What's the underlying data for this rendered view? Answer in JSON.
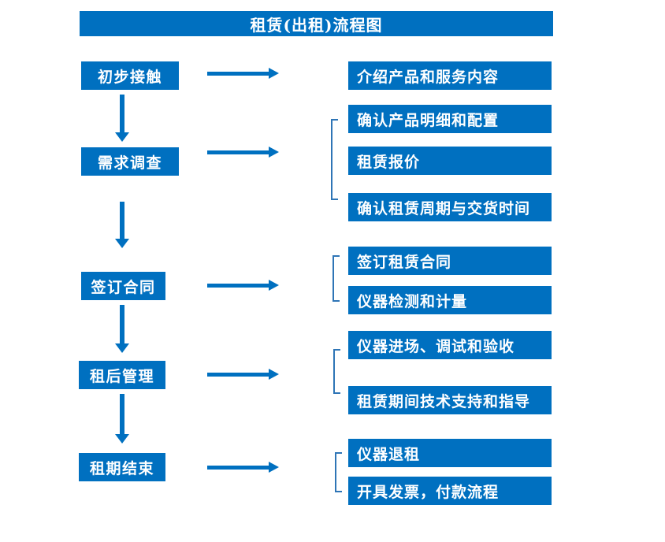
{
  "title": "租赁(出租)流程图",
  "colors": {
    "primary": "#0070C0",
    "bracket": "#2E75B6",
    "text_color": "#FFFFFF",
    "background": "#FFFFFF"
  },
  "flow": {
    "steps": [
      {
        "label": "初步接触",
        "outputs": [
          "介绍产品和服务内容"
        ]
      },
      {
        "label": "需求调查",
        "outputs": [
          "确认产品明细和配置",
          "租赁报价",
          "确认租赁周期与交货时间"
        ]
      },
      {
        "label": "签订合同",
        "outputs": [
          "签订租赁合同",
          "仪器检测和计量"
        ]
      },
      {
        "label": "租后管理",
        "outputs": [
          "仪器进场、调试和验收",
          "租赁期间技术支持和指导"
        ]
      },
      {
        "label": "租期结束",
        "outputs": [
          "仪器退租",
          "开具发票，付款流程"
        ]
      }
    ]
  }
}
